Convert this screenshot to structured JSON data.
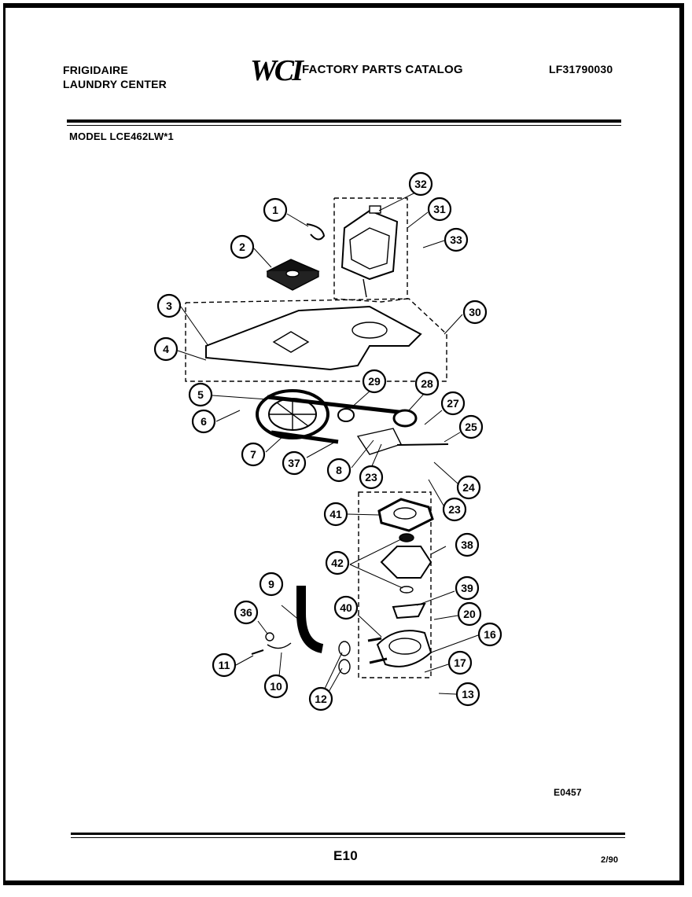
{
  "header": {
    "brand_line1": "FRIGIDAIRE",
    "brand_line2": "LAUNDRY CENTER",
    "logo": "WCI",
    "catalog_title": "FACTORY PARTS CATALOG",
    "document_number": "LF31790030",
    "model": "MODEL LCE462LW*1"
  },
  "diagram": {
    "callouts": [
      "1",
      "2",
      "3",
      "4",
      "5",
      "6",
      "7",
      "8",
      "9",
      "10",
      "11",
      "12",
      "13",
      "16",
      "17",
      "20",
      "23",
      "23",
      "24",
      "25",
      "27",
      "28",
      "29",
      "30",
      "31",
      "32",
      "33",
      "36",
      "37",
      "38",
      "39",
      "40",
      "41",
      "42"
    ]
  },
  "footer": {
    "figure_code": "E0457",
    "page": "E10",
    "date": "2/90"
  }
}
